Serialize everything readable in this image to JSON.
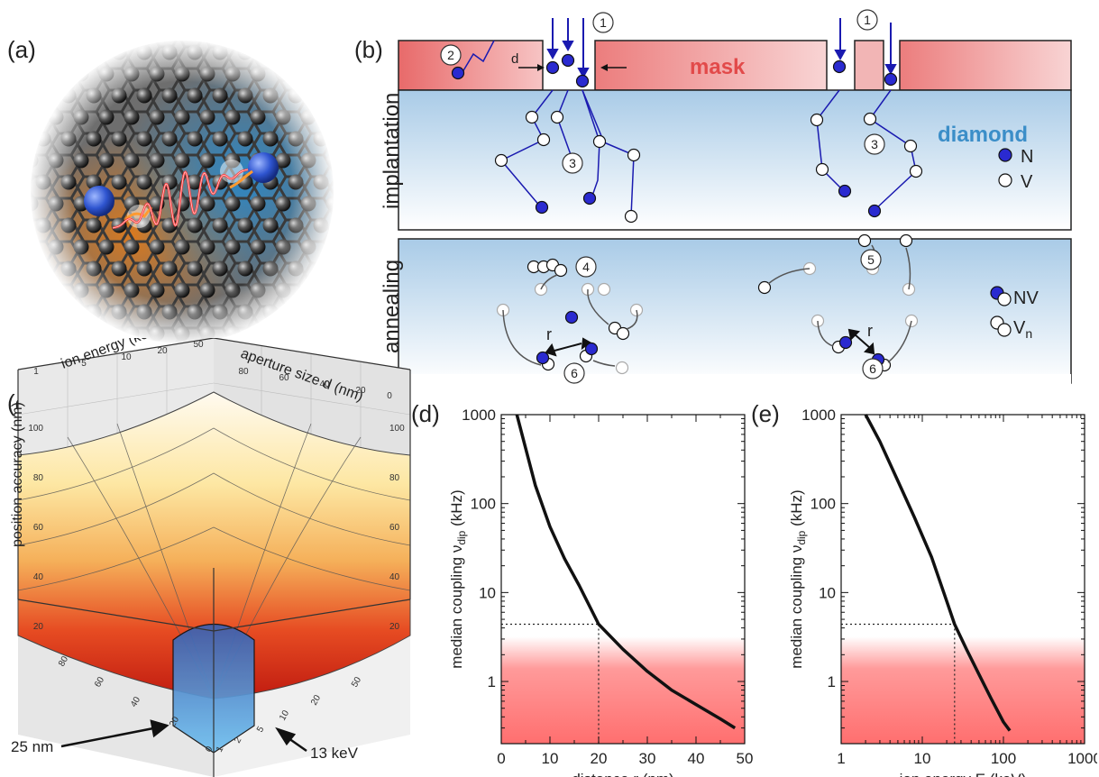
{
  "panel_labels": {
    "a": "(a)",
    "b": "(b)",
    "c": "(c)",
    "d": "(d)",
    "e": "(e)"
  },
  "panel_b": {
    "mask_label": "mask",
    "diamond_label": "diamond",
    "implantation_label": "implantation",
    "annealing_label": "annealing",
    "aperture_label": "d",
    "distance_label": "r",
    "legend_top": [
      {
        "symbol": "N",
        "color": "#2a2ad0"
      },
      {
        "symbol": "V",
        "color": "#ffffff"
      }
    ],
    "legend_bottom": [
      {
        "symbol": "NV",
        "color": "#2a2ad0"
      },
      {
        "symbol": "V",
        "sub": "n",
        "color": "#ffffff"
      }
    ],
    "step_markers": [
      "1",
      "2",
      "3",
      "4",
      "5",
      "6"
    ]
  },
  "panel_c": {
    "axis_ion_energy": "ion energy (keV)",
    "axis_aperture": "aperture size d (nm)",
    "axis_accuracy": "position accuracy (nm)",
    "ion_energy_ticks": [
      "1",
      "5",
      "10",
      "20",
      "50"
    ],
    "aperture_ticks": [
      "80",
      "60",
      "40",
      "20",
      "0"
    ],
    "accuracy_ticks": [
      "20",
      "40",
      "60",
      "80",
      "100"
    ],
    "front_left_ticks": [
      "0",
      "20",
      "40",
      "60",
      "80"
    ],
    "front_right_ticks": [
      "1",
      "2",
      "5",
      "10",
      "20",
      "50"
    ],
    "annotation_left": "25 nm",
    "annotation_right": "13 keV"
  },
  "chart_data": [
    {
      "type": "line",
      "panel": "d",
      "xlabel": "distance r (nm)",
      "ylabel_main": "median coupling ν",
      "ylabel_sub": "dip",
      "ylabel_unit": " (kHz)",
      "xlim": [
        0,
        50
      ],
      "ylim": [
        0.2,
        1000
      ],
      "yscale": "log",
      "x_ticks": [
        "0",
        "10",
        "20",
        "30",
        "40",
        "50"
      ],
      "y_ticks": [
        "1",
        "10",
        "100",
        "1000"
      ],
      "x": [
        3.2,
        5,
        7,
        10,
        13,
        16,
        20,
        25,
        30,
        35,
        40,
        45,
        48
      ],
      "y": [
        1000,
        420,
        160,
        55,
        24,
        12,
        4.4,
        2.3,
        1.3,
        0.8,
        0.55,
        0.38,
        0.3
      ],
      "marker": {
        "x": 20,
        "y": 4.4
      }
    },
    {
      "type": "line",
      "panel": "e",
      "xlabel": "ion energy E (keV)",
      "ylabel_main": "median coupling ν",
      "ylabel_sub": "dip",
      "ylabel_unit": " (kHz)",
      "xlim": [
        1,
        1000
      ],
      "ylim": [
        0.2,
        1000
      ],
      "xscale": "log",
      "yscale": "log",
      "x_ticks": [
        "1",
        "10",
        "100",
        "1000"
      ],
      "y_ticks": [
        "1",
        "10",
        "100",
        "1000"
      ],
      "x": [
        2,
        3,
        5,
        8,
        13,
        20,
        25,
        35,
        50,
        70,
        100,
        120
      ],
      "y": [
        1000,
        500,
        180,
        70,
        25,
        8,
        4.4,
        2.3,
        1.2,
        0.65,
        0.35,
        0.28
      ],
      "marker": {
        "x": 25,
        "y": 4.4
      }
    }
  ]
}
